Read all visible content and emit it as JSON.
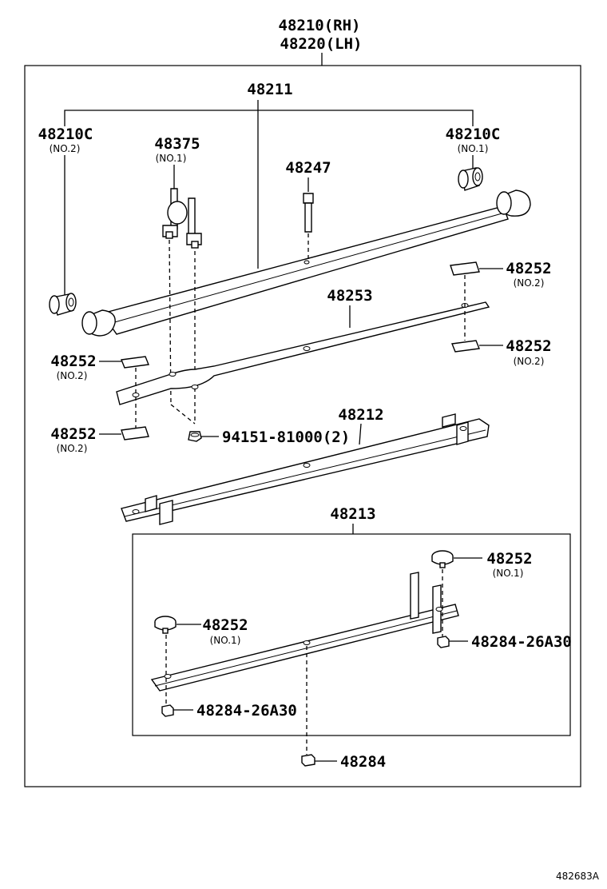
{
  "title": {
    "line1": "48210(RH)",
    "line2": "48220(LH)"
  },
  "labels": {
    "assembly_48211": "48211",
    "bush_left": "48210C",
    "bush_left_note": "(NO.2)",
    "bush_right": "48210C",
    "bush_right_note": "(NO.1)",
    "clip": "48375",
    "clip_note": "(NO.1)",
    "center_bolt": "48247",
    "leaf_48253": "48253",
    "leaf_48212": "48212",
    "bolt_94151": "94151-81000(2)",
    "insert_upper_right": "48252",
    "insert_upper_right_note": "(NO.2)",
    "insert_lower_right": "48252",
    "insert_lower_right_note": "(NO.2)",
    "insert_upper_left": "48252",
    "insert_upper_left_note": "(NO.2)",
    "insert_lower_left": "48252",
    "insert_lower_left_note": "(NO.2)",
    "leaf_48213": "48213",
    "stopper_right": "48252",
    "stopper_right_note": "(NO.1)",
    "stopper_left": "48252",
    "stopper_left_note": "(NO.1)",
    "nut_right": "48284-26A30",
    "nut_left": "48284-26A30",
    "nut_center": "48284"
  },
  "figure_id": "482683A"
}
